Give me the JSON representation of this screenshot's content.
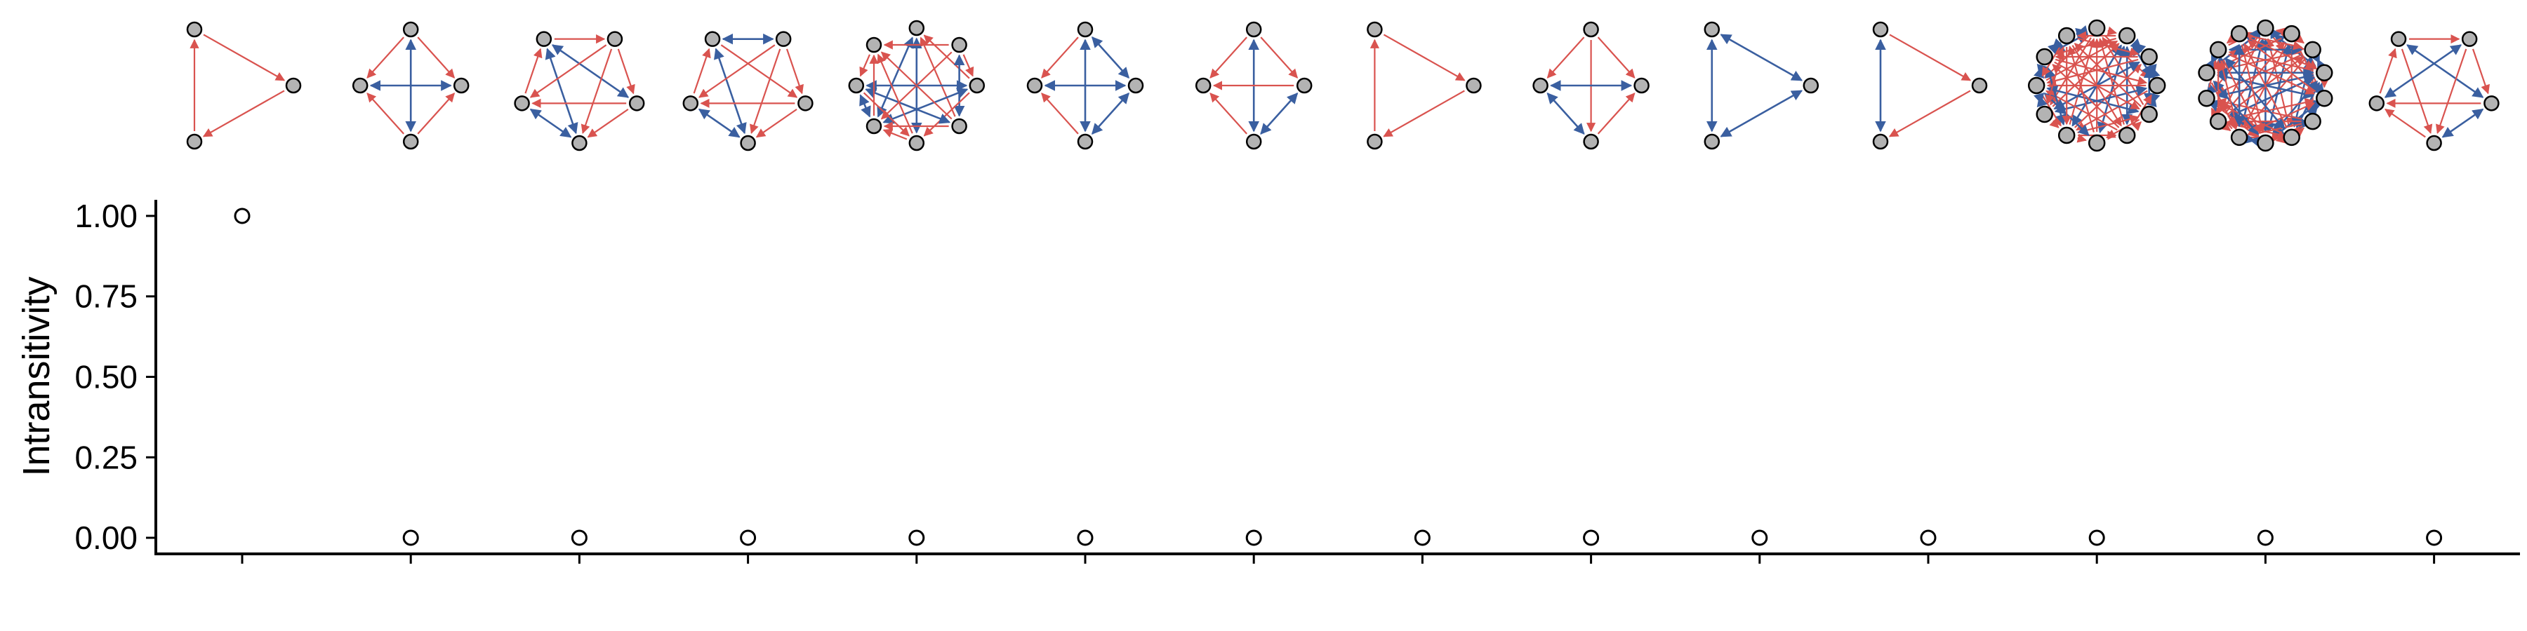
{
  "chart_data": {
    "type": "scatter",
    "ylabel": "Intransitivity",
    "ylim": [
      -0.05,
      1.05
    ],
    "yticks": [
      0.0,
      0.25,
      0.5,
      0.75,
      1.0
    ],
    "ytick_labels": [
      "0.00",
      "0.25",
      "0.50",
      "0.75",
      "1.00"
    ],
    "x": [
      1,
      2,
      3,
      4,
      5,
      6,
      7,
      8,
      9,
      10,
      11,
      12,
      13,
      14
    ],
    "values": [
      1.0,
      0,
      0,
      0,
      0,
      0,
      0,
      0,
      0,
      0,
      0,
      0,
      0,
      0
    ],
    "grid": false,
    "marker": "open-circle",
    "network_thumbnails": [
      {
        "nodes": 3,
        "edges": [
          [
            0,
            1,
            "one-way"
          ],
          [
            1,
            2,
            "one-way"
          ],
          [
            2,
            0,
            "one-way"
          ]
        ]
      },
      {
        "nodes": 4,
        "edges": [
          [
            0,
            1,
            "one-way"
          ],
          [
            0,
            3,
            "one-way"
          ],
          [
            2,
            1,
            "one-way"
          ],
          [
            2,
            3,
            "one-way"
          ],
          [
            0,
            2,
            "mutual"
          ],
          [
            1,
            3,
            "mutual"
          ]
        ]
      },
      {
        "nodes": 5,
        "edges": [
          [
            0,
            1,
            "one-way"
          ],
          [
            1,
            2,
            "one-way"
          ],
          [
            2,
            3,
            "one-way"
          ],
          [
            3,
            4,
            "mutual"
          ],
          [
            4,
            0,
            "one-way"
          ],
          [
            0,
            2,
            "mutual"
          ],
          [
            0,
            3,
            "mutual"
          ],
          [
            1,
            4,
            "one-way"
          ],
          [
            1,
            3,
            "one-way"
          ],
          [
            2,
            4,
            "one-way"
          ]
        ]
      },
      {
        "nodes": 5,
        "edges": [
          [
            0,
            1,
            "mutual"
          ],
          [
            1,
            2,
            "one-way"
          ],
          [
            2,
            3,
            "one-way"
          ],
          [
            3,
            4,
            "mutual"
          ],
          [
            4,
            0,
            "one-way"
          ],
          [
            0,
            2,
            "one-way"
          ],
          [
            0,
            3,
            "mutual"
          ],
          [
            1,
            4,
            "one-way"
          ],
          [
            1,
            3,
            "one-way"
          ],
          [
            2,
            4,
            "one-way"
          ]
        ]
      },
      {
        "nodes": 8,
        "edges": "dense-mixed"
      },
      {
        "nodes": 4,
        "edges": [
          [
            0,
            1,
            "mutual"
          ],
          [
            0,
            3,
            "one-way"
          ],
          [
            2,
            1,
            "mutual"
          ],
          [
            2,
            3,
            "one-way"
          ],
          [
            0,
            2,
            "mutual"
          ],
          [
            1,
            3,
            "mutual"
          ]
        ]
      },
      {
        "nodes": 4,
        "edges": [
          [
            0,
            1,
            "one-way"
          ],
          [
            0,
            3,
            "one-way"
          ],
          [
            2,
            1,
            "mutual"
          ],
          [
            2,
            3,
            "one-way"
          ],
          [
            0,
            2,
            "mutual"
          ],
          [
            1,
            3,
            "one-way"
          ]
        ]
      },
      {
        "nodes": 3,
        "edges": [
          [
            0,
            1,
            "one-way"
          ],
          [
            1,
            2,
            "one-way"
          ],
          [
            2,
            0,
            "one-way"
          ]
        ]
      },
      {
        "nodes": 4,
        "edges": [
          [
            0,
            1,
            "one-way"
          ],
          [
            0,
            3,
            "one-way"
          ],
          [
            2,
            1,
            "one-way"
          ],
          [
            2,
            3,
            "mutual"
          ],
          [
            0,
            2,
            "one-way"
          ],
          [
            1,
            3,
            "mutual"
          ]
        ]
      },
      {
        "nodes": 3,
        "edges": [
          [
            0,
            1,
            "mutual"
          ],
          [
            1,
            2,
            "mutual"
          ],
          [
            2,
            0,
            "mutual"
          ]
        ]
      },
      {
        "nodes": 3,
        "edges": [
          [
            0,
            1,
            "one-way"
          ],
          [
            1,
            2,
            "one-way"
          ],
          [
            2,
            0,
            "mutual"
          ]
        ]
      },
      {
        "nodes": 12,
        "edges": "dense-mixed"
      },
      {
        "nodes": 14,
        "edges": "dense-mixed"
      },
      {
        "nodes": 5,
        "edges": [
          [
            0,
            1,
            "one-way"
          ],
          [
            1,
            2,
            "one-way"
          ],
          [
            2,
            3,
            "mutual"
          ],
          [
            3,
            4,
            "one-way"
          ],
          [
            4,
            0,
            "one-way"
          ],
          [
            0,
            2,
            "mutual"
          ],
          [
            0,
            3,
            "one-way"
          ],
          [
            1,
            4,
            "mutual"
          ],
          [
            1,
            3,
            "one-way"
          ],
          [
            2,
            4,
            "one-way"
          ]
        ]
      }
    ]
  },
  "colors": {
    "one_way_edge": "#d9534f",
    "mutual_edge": "#3a5fa0",
    "purple_edge": "#7b3fb5",
    "node_fill": "#b3b3b3",
    "node_stroke": "#000000",
    "axis": "#000000",
    "marker_edge": "#000000",
    "marker_face": "#ffffff"
  }
}
